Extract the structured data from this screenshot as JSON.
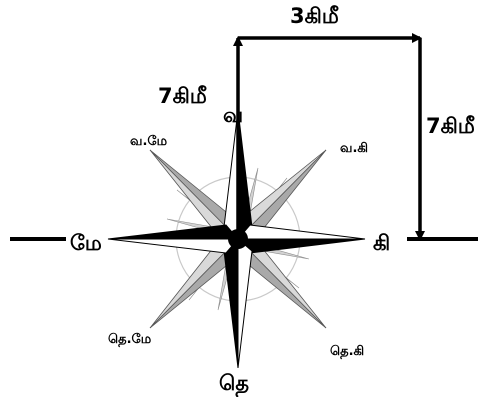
{
  "directions": {
    "north": "வ",
    "south": "தெ",
    "east": "கி",
    "west": "மே",
    "northwest": "வ.மே",
    "northeast": "வ.கி",
    "southwest": "தெ.மே",
    "southeast": "தெ.கி"
  },
  "path": {
    "segment_north": "7கிமீ",
    "segment_east": "3கிமீ",
    "segment_south": "7கிமீ"
  }
}
